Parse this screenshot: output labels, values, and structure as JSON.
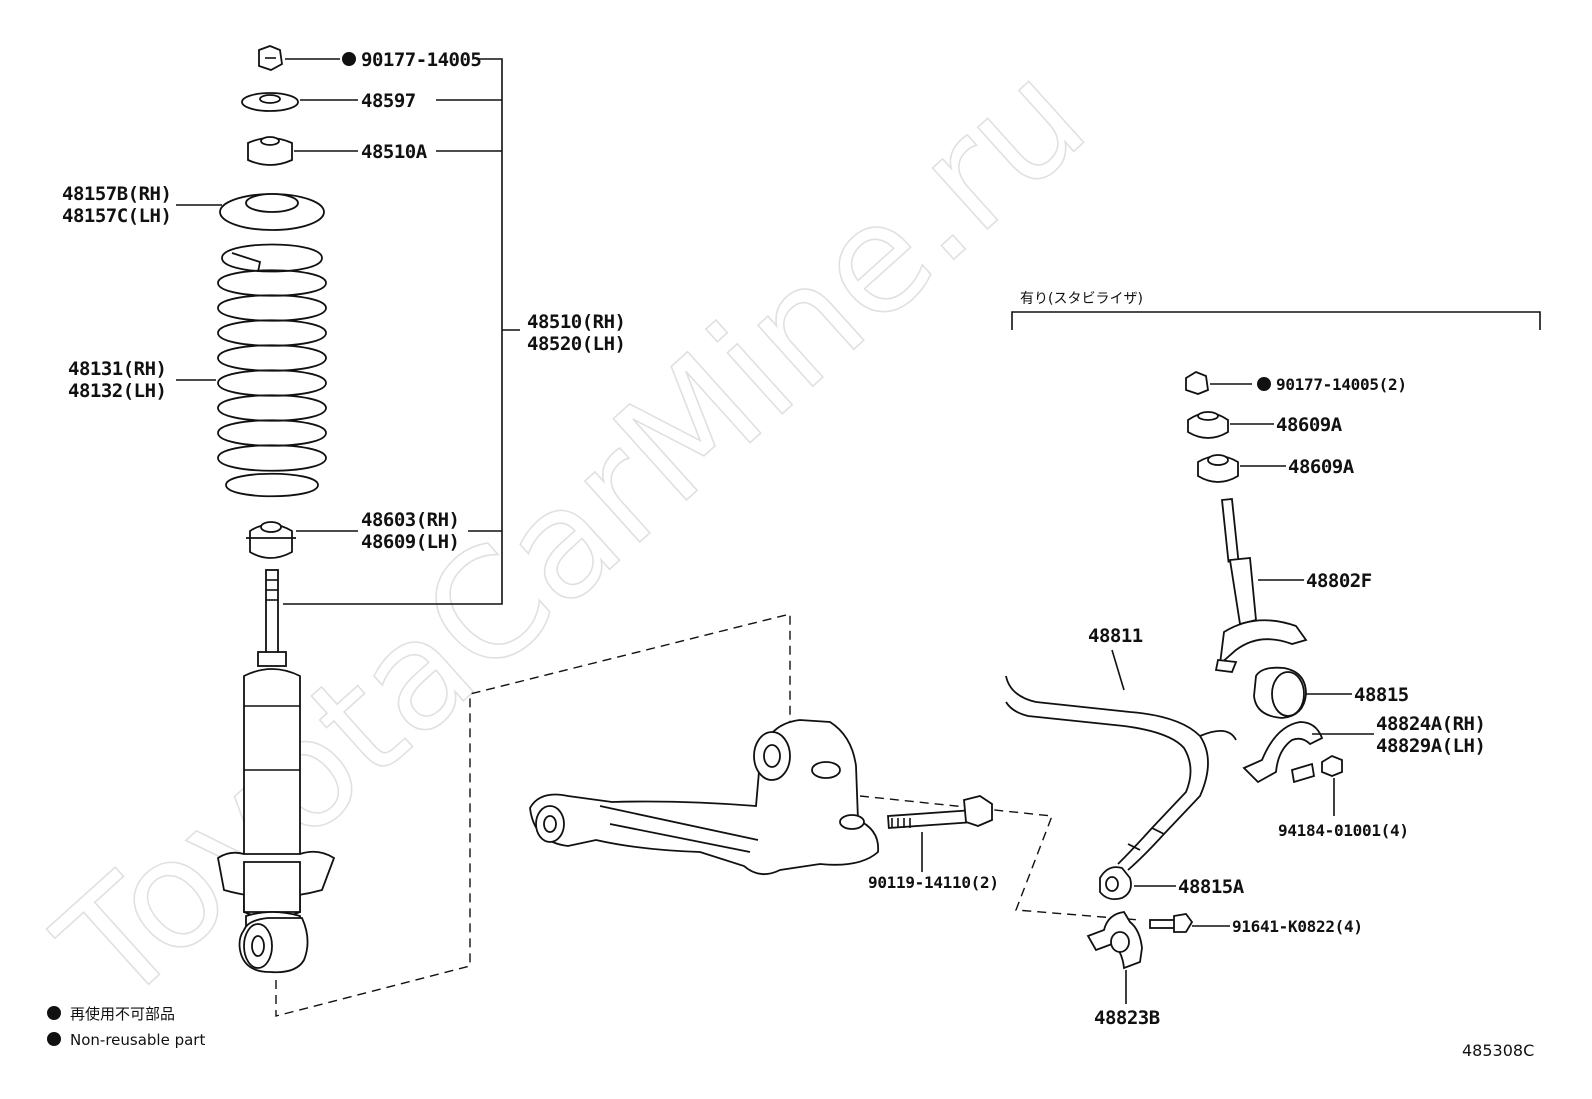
{
  "watermark": "ToyotaCarMine.ru",
  "section_label": "有り(スタビライザ)",
  "diagram_code": "485308C",
  "legend": {
    "items": [
      {
        "icon": "filled-circle",
        "text": "再使用不可部品"
      },
      {
        "icon": "filled-circle",
        "text": "Non-reusable part"
      }
    ]
  },
  "shock_assembly": {
    "labels": {
      "nut": "90177-14005",
      "plate": "48597",
      "upper_bush": "48510A",
      "insulator_rh": "48157B(RH)",
      "insulator_lh": "48157C(LH)",
      "spring_rh": "48131(RH)",
      "spring_lh": "48132(LH)",
      "assembly_rh": "48510(RH)",
      "assembly_lh": "48520(LH)",
      "lower_bush_rh": "48603(RH)",
      "lower_bush_lh": "48609(LH)"
    },
    "nut_non_reusable": true
  },
  "lower_arm": {
    "bolt": "90119-14110(2)"
  },
  "stabilizer": {
    "labels": {
      "nut": "90177-14005(2)",
      "cushion_upper": "48609A",
      "cushion_lower": "48609A",
      "link": "48802F",
      "bar": "48811",
      "bush": "48815",
      "bracket_rh": "48824A(RH)",
      "bracket_lh": "48829A(LH)",
      "bracket_nut": "94184-01001(4)",
      "bar_bush": "48815A",
      "bolt": "91641-K0822(4)",
      "bar_bracket": "48823B"
    },
    "nut_non_reusable": true
  }
}
